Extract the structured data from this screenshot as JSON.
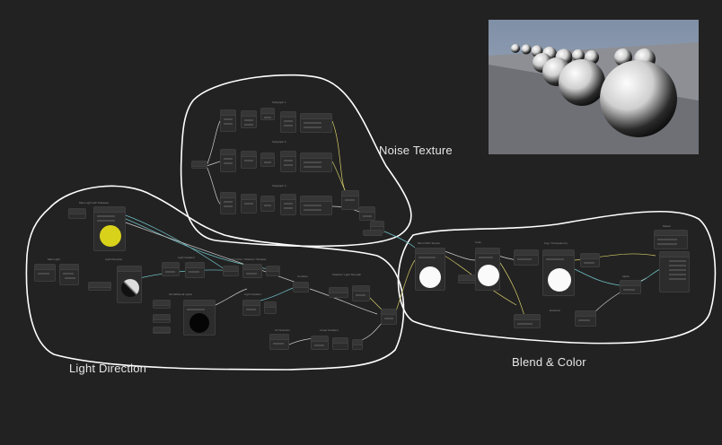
{
  "groups": [
    {
      "label": "Noise Texture"
    },
    {
      "label": "Light Direction"
    },
    {
      "label": "Blend & Color"
    }
  ],
  "subgraph_titles": {
    "noise_1": "Subgraph 1",
    "noise_2": "Subgraph 2",
    "noise_3": "Subgraph 3",
    "main_light": "Main Light with Shadows",
    "main_light_small": "Main Light",
    "light_direction": "Light Direction",
    "light_gradient": "Light Gradient",
    "light_color": "Light Color / Shadow / Shadow",
    "additional_lights": "All Additional Lights",
    "light_gradient2": "Light Gradient",
    "combine": "Combine",
    "shadow_strength": "Shadow / Light Strength",
    "uv_direction": "UV Direction",
    "linear_gradient": "Linear Gradient",
    "blend_noise": "Blend With Texture",
    "color": "Color",
    "fog": "Fog / Transparency",
    "alpha": "Alpha",
    "emission": "Emission",
    "master": "Master"
  },
  "preview": {
    "description_icon": "sphere-render-preview"
  },
  "colors": {
    "background": "#232222",
    "group_outline": "#ffffff",
    "node_body": "#2c2c2c",
    "wire_cyan": "#6fc3c9",
    "wire_yellow": "#d6cf6a",
    "wire_white": "#cfcfcf",
    "accent_yellow": "#d9d21a"
  }
}
